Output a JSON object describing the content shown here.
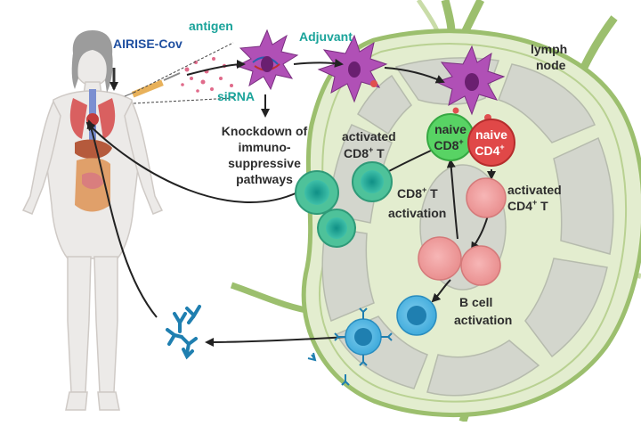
{
  "labels": {
    "vaccine": "AIRISE-Cov",
    "antigen": "antigen",
    "sirna": "siRNA",
    "adjuvant": "Adjuvant",
    "lymph_node_l1": "lymph",
    "lymph_node_l2": "node",
    "knockdown_l1": "Knockdown of",
    "knockdown_l2": "immuno-",
    "knockdown_l3": "suppressive",
    "knockdown_l4": "pathways",
    "act_cd8_l1": "activated",
    "act_cd8_l2": "CD8",
    "act_cd8_sup": "+",
    "act_cd8_l2b": " T",
    "naive_cd8_l1": "naive",
    "naive_cd8_l2": "CD8",
    "naive_cd8_sup": "+",
    "naive_cd4_l1": "naive",
    "naive_cd4_l2": "CD4",
    "naive_cd4_sup": "+",
    "act_cd4_l1": "activated",
    "act_cd4_l2": "CD4",
    "act_cd4_sup": "+",
    "act_cd4_l2b": " T",
    "cd8_act_l1": "CD8",
    "cd8_act_sup": "+",
    "cd8_act_l1b": " T",
    "cd8_act_l2": "activation",
    "bcell_l1": "B cell",
    "bcell_l2": "activation"
  },
  "colors": {
    "lymph_fill": "#e3edcf",
    "lymph_stroke": "#9cbf6e",
    "lobule_fill": "#d3d6cd",
    "cd8_active": "#1aa39a",
    "cd8_naive": "#58d364",
    "cd4_naive": "#e04848",
    "cd4_active": "#f0a0a0",
    "b_cell": "#4bb6e2",
    "antibody": "#1f7fb0",
    "dendritic": "#b050b6",
    "teal_text": "#1aa39a",
    "blue_text": "#1f4fa0"
  },
  "icons": [
    "human-body-icon",
    "syringe-icon",
    "dendritic-cell-icon",
    "antibody-icon",
    "lymph-node-icon"
  ]
}
